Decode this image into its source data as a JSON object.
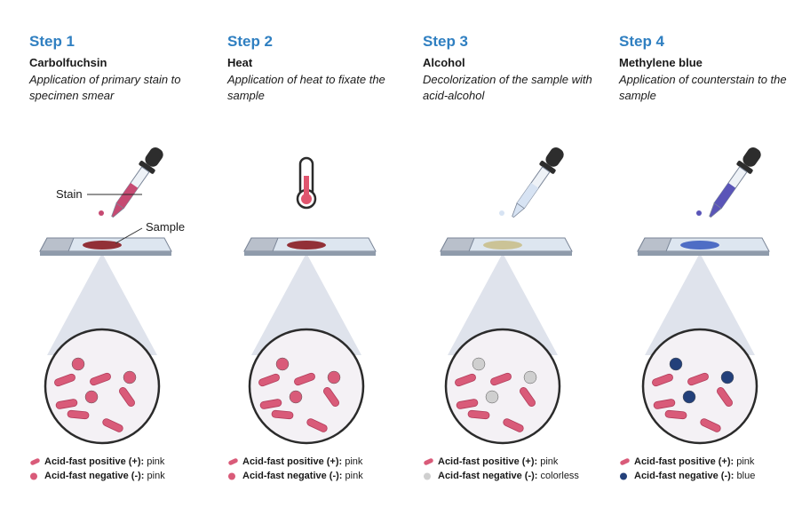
{
  "steps": [
    {
      "title": "Step 1",
      "name": "Carbolfuchsin",
      "description": "Application of primary stain to specimen smear",
      "tool": "dropper-icon",
      "stain_color": "#c64a72",
      "smear_color": "#8a1c22",
      "negative_color": "#d95b79",
      "legend_positive_label": "Acid-fast positive (+):",
      "legend_positive_value": "pink",
      "legend_negative_label": "Acid-fast negative (-):",
      "legend_negative_value": "pink"
    },
    {
      "title": "Step 2",
      "name": "Heat",
      "description": "Application of heat to fixate the sample",
      "tool": "thermometer-icon",
      "stain_color": "#e0556e",
      "smear_color": "#8a1c22",
      "negative_color": "#d95b79",
      "legend_positive_label": "Acid-fast positive (+):",
      "legend_positive_value": "pink",
      "legend_negative_label": "Acid-fast negative (-):",
      "legend_negative_value": "pink"
    },
    {
      "title": "Step 3",
      "name": "Alcohol",
      "description": "Decolorization of the sample with acid-alcohol",
      "tool": "dropper-icon",
      "stain_color": "#d7e3f3",
      "smear_color": "#c9bf8c",
      "negative_color": "#cfcfcf",
      "legend_positive_label": "Acid-fast positive (+):",
      "legend_positive_value": "pink",
      "legend_negative_label": "Acid-fast negative (-):",
      "legend_negative_value": "colorless"
    },
    {
      "title": "Step 4",
      "name": "Methylene blue",
      "description": "Application of counterstain to the sample",
      "tool": "dropper-icon",
      "stain_color": "#5a55b8",
      "smear_color": "#3e5fc0",
      "negative_color": "#23407a",
      "legend_positive_label": "Acid-fast positive (+):",
      "legend_positive_value": "pink",
      "legend_negative_label": "Acid-fast negative (-):",
      "legend_negative_value": "blue"
    }
  ],
  "labels": {
    "stain": "Stain",
    "sample": "Sample"
  },
  "colors": {
    "title_blue": "#2f7fc1",
    "rod_pink": "#d95b79",
    "slide_fill": "#dde6f0",
    "cone_fill": "#dfe3ec",
    "circle_fill": "#f4f1f5"
  }
}
